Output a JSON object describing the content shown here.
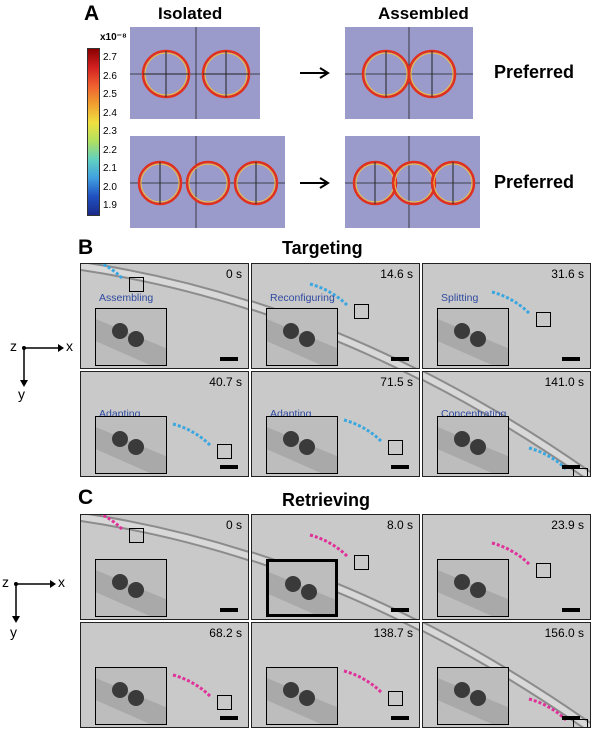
{
  "panel_a": {
    "label": "A",
    "col_isolated": "Isolated",
    "col_assembled": "Assembled",
    "preferred_1": "Preferred",
    "preferred_2": "Preferred",
    "colorbar": {
      "exponent": "x10⁻⁸",
      "ticks": [
        "2.7",
        "2.6",
        "2.5",
        "2.4",
        "2.3",
        "2.2",
        "2.1",
        "2.0",
        "1.9"
      ]
    },
    "colors": {
      "field_bg": "#9a9acb",
      "ring_outer": "#e03020",
      "ring_inner": "#f0c040"
    }
  },
  "panel_b": {
    "label": "B",
    "title": "Targeting",
    "axes": {
      "z": "z",
      "x": "x",
      "y": "y"
    },
    "tiles": [
      {
        "time": "0 s",
        "step": "Assembling"
      },
      {
        "time": "14.6 s",
        "step": "Reconfiguring"
      },
      {
        "time": "31.6  s",
        "step": "Splitting"
      },
      {
        "time": "40.7 s",
        "step": "Adapting"
      },
      {
        "time": "71.5 s",
        "step": "Adapting"
      },
      {
        "time": "141.0 s",
        "step": "Concentrating"
      }
    ],
    "trail_color": "#3aa7e0",
    "step_color": "#2f4aa0"
  },
  "panel_c": {
    "label": "C",
    "title": "Retrieving",
    "axes": {
      "z": "z",
      "x": "x",
      "y": "y"
    },
    "tiles": [
      {
        "time": "0 s"
      },
      {
        "time": "8.0 s"
      },
      {
        "time": "23.9 s"
      },
      {
        "time": "68.2 s"
      },
      {
        "time": "138.7 s"
      },
      {
        "time": "156.0 s"
      }
    ],
    "trail_color": "#e0309a"
  }
}
